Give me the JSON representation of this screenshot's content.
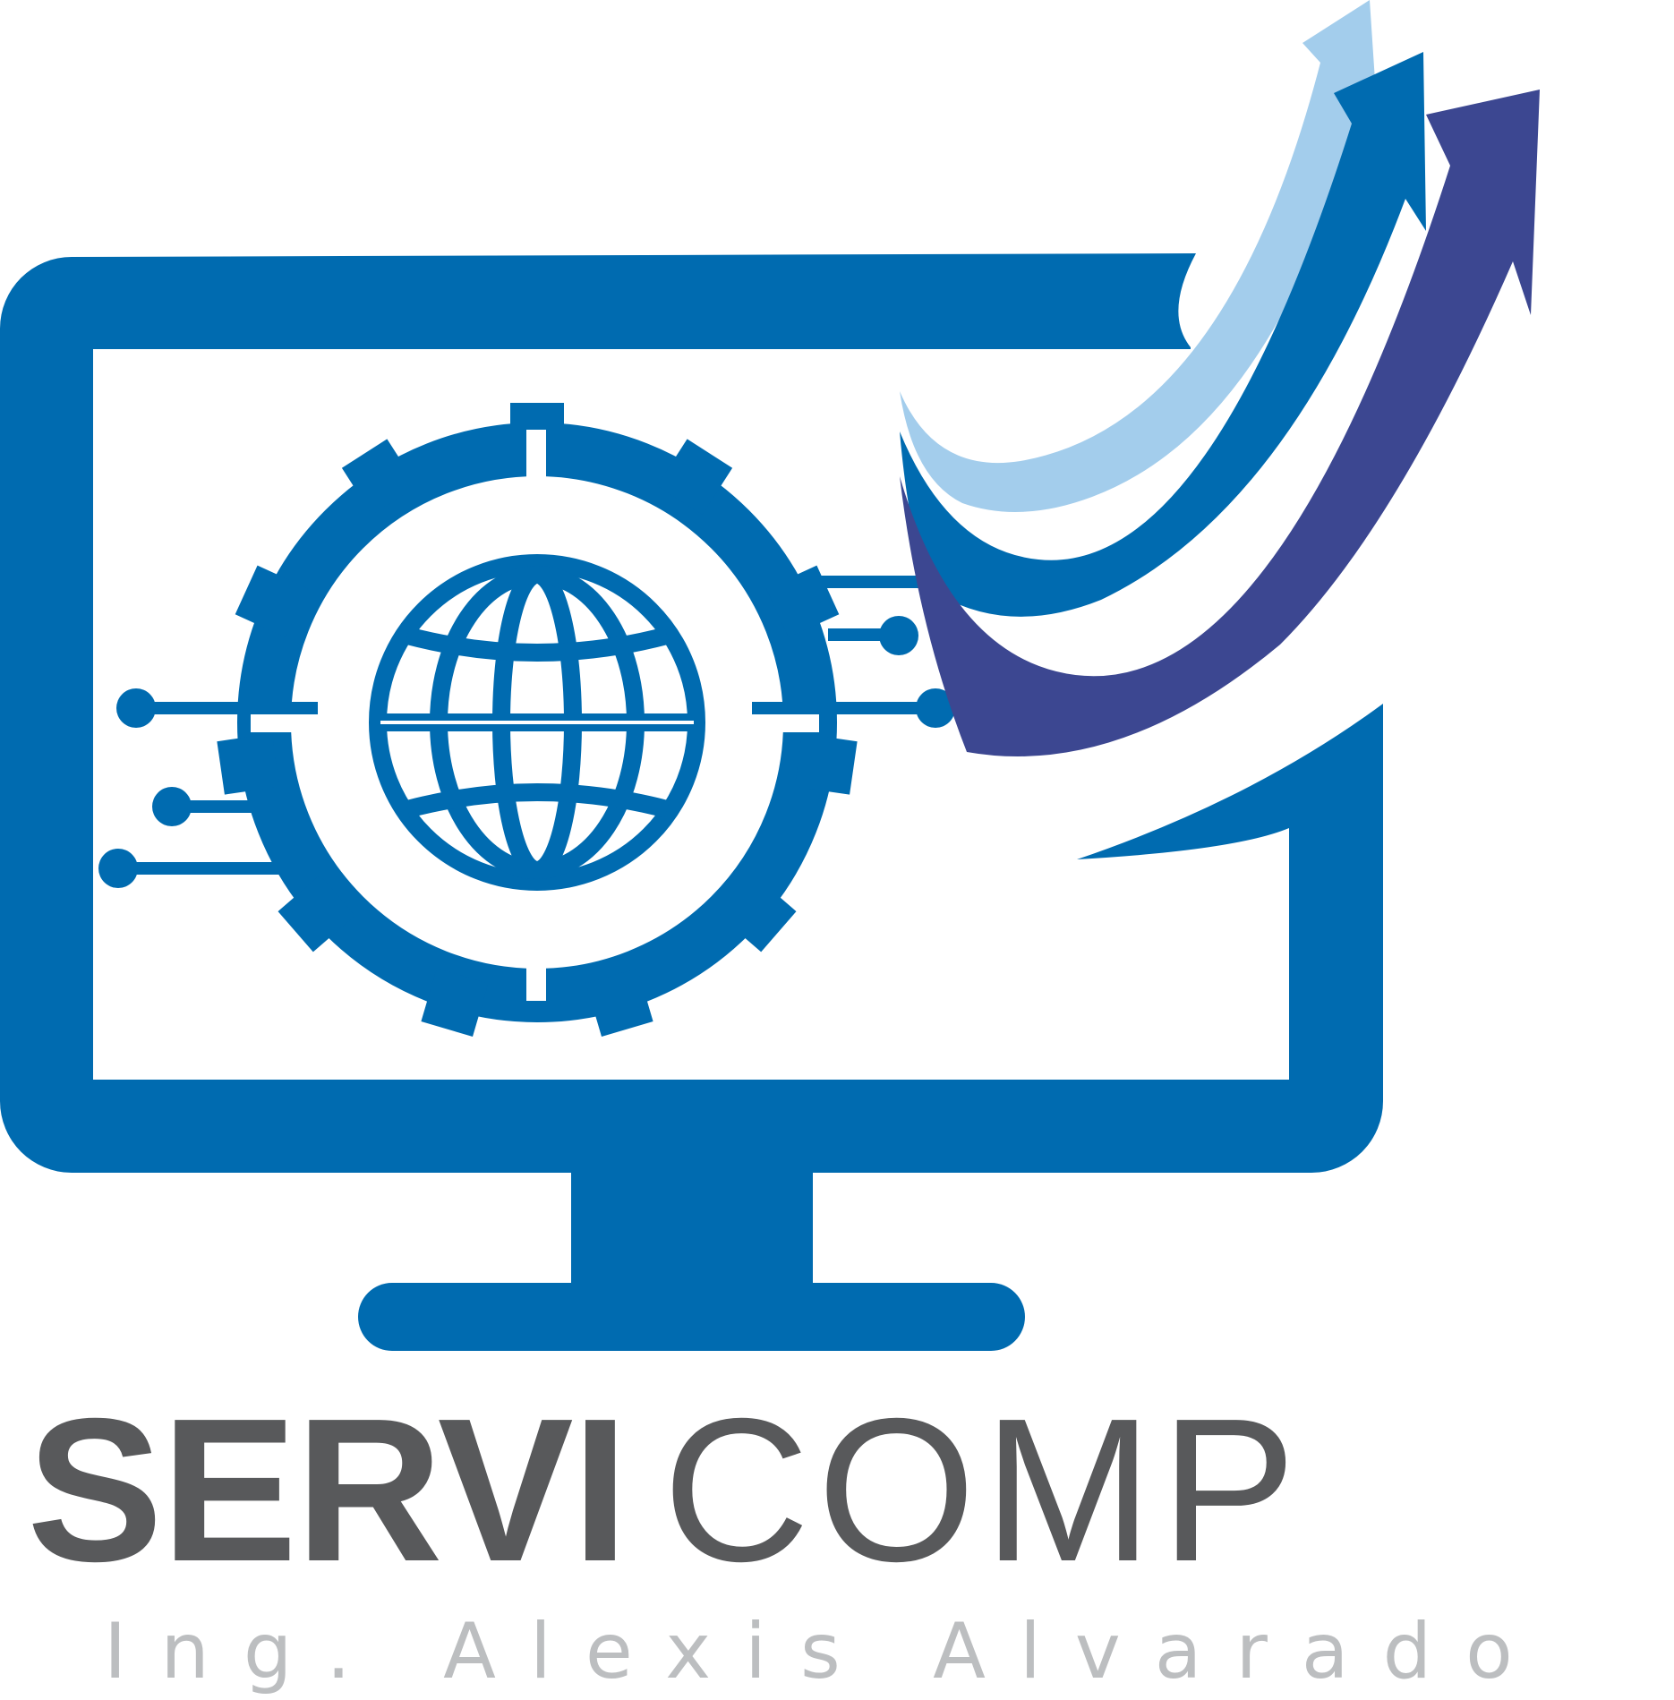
{
  "brand": {
    "name_part_1": "SERVI",
    "name_part_2": "COMP",
    "tagline": "Ing. Alexis Alvarado"
  },
  "colors": {
    "primary_blue": "#006bb0",
    "light_blue": "#a3cdec",
    "indigo": "#3c4791",
    "text_dark_gray": "#58595b",
    "text_light_gray": "#bcbec0"
  },
  "icons": [
    "computer-monitor-icon",
    "gear-icon",
    "globe-icon",
    "circuit-lines-icon",
    "growth-arrows-icon"
  ]
}
